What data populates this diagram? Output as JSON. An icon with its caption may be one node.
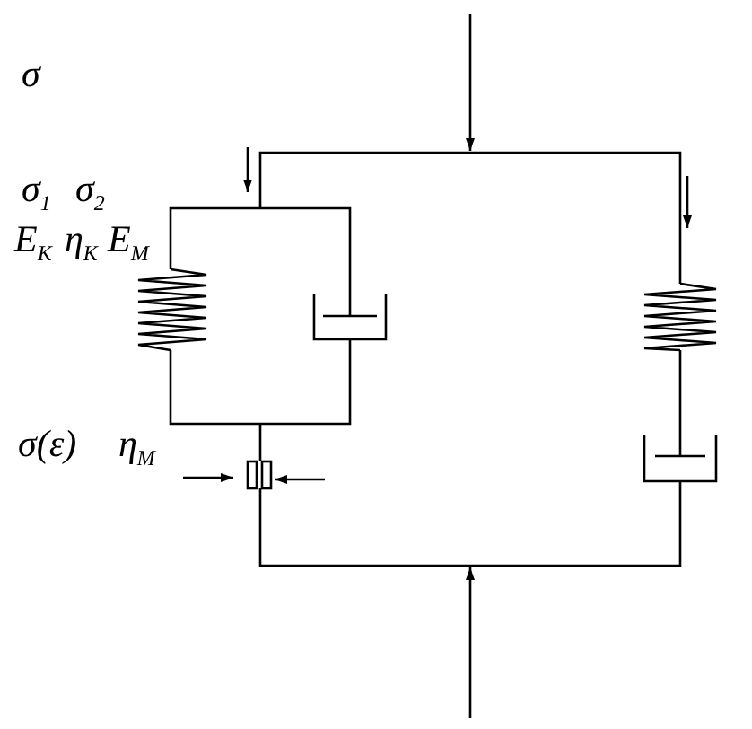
{
  "diagram": {
    "labels": [
      "σ",
      "σ$_{1}$",
      "σ$_{2}$",
      "E$_{K}$",
      "η$_{K}$",
      "E$_{M}$",
      "σ(ε)",
      "η$_{M}$"
    ]
  }
}
